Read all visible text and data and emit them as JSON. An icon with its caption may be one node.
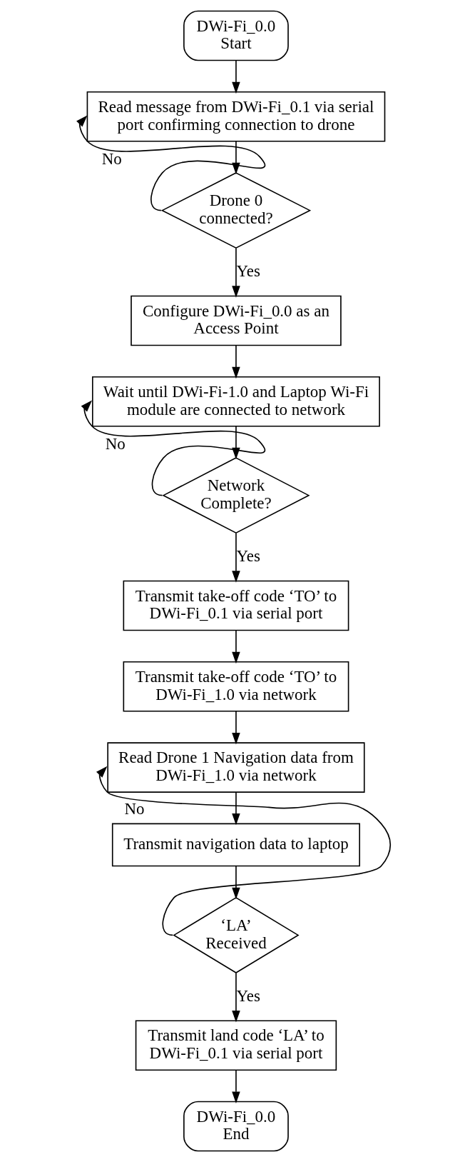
{
  "diagram": {
    "nodes": [
      {
        "text": [
          "DWi-Fi_0.0 Start"
        ]
      },
      {
        "text": [
          "Read message from DWi-Fi_0.1 via serial port confirming connection to drone"
        ]
      },
      {
        "text": [
          "Drone 0 connected?"
        ]
      },
      {
        "text": [
          "Configure DWi-Fi_0.0 as an Access Point"
        ]
      },
      {
        "text": [
          "Wait until DWi-Fi-1.0 and Laptop Wi-Fi module are connected to network"
        ]
      },
      {
        "text": [
          "Network Complete?"
        ]
      },
      {
        "text": [
          "Transmit take-off code ‘TO’ to DWi-Fi_0.1 via serial port"
        ]
      },
      {
        "text": [
          "Transmit take-off code ‘TO’ to DWi-Fi_1.0 via network"
        ]
      },
      {
        "text": [
          "Read Drone 1 Navigation data from DWi-Fi_1.0 via network"
        ]
      },
      {
        "text": [
          "Transmit navigation data to laptop"
        ]
      },
      {
        "text": [
          "‘LA’ Received"
        ]
      },
      {
        "text": [
          "Transmit land code ‘LA’ to DWi-Fi_0.1 via serial port"
        ]
      },
      {
        "text": [
          "DWi-Fi_0.0 End"
        ]
      }
    ],
    "edges": [
      {
        "from": 0,
        "to": 1,
        "arrow": "to"
      },
      {
        "from": 1,
        "to": 2,
        "arrow": "to"
      },
      {
        "from": 2,
        "to": 1,
        "arrow": "to",
        "label": "No"
      },
      {
        "from": 2,
        "to": 3,
        "arrow": "to",
        "label": "Yes"
      },
      {
        "from": 3,
        "to": 4,
        "arrow": "to"
      },
      {
        "from": 4,
        "to": 5,
        "arrow": "to"
      },
      {
        "from": 5,
        "to": 4,
        "arrow": "to",
        "label": "No"
      },
      {
        "from": 5,
        "to": 6,
        "arrow": "to",
        "label": "Yes"
      },
      {
        "from": 6,
        "to": 7,
        "arrow": "to"
      },
      {
        "from": 7,
        "to": 8,
        "arrow": "to"
      },
      {
        "from": 8,
        "to": 9,
        "arrow": "to"
      },
      {
        "from": 9,
        "to": 10,
        "arrow": "to"
      },
      {
        "from": 10,
        "to": 8,
        "arrow": "to",
        "label": "No"
      },
      {
        "from": 10,
        "to": 11,
        "arrow": "to",
        "label": "Yes"
      },
      {
        "from": 11,
        "to": 12,
        "arrow": "to"
      }
    ]
  }
}
